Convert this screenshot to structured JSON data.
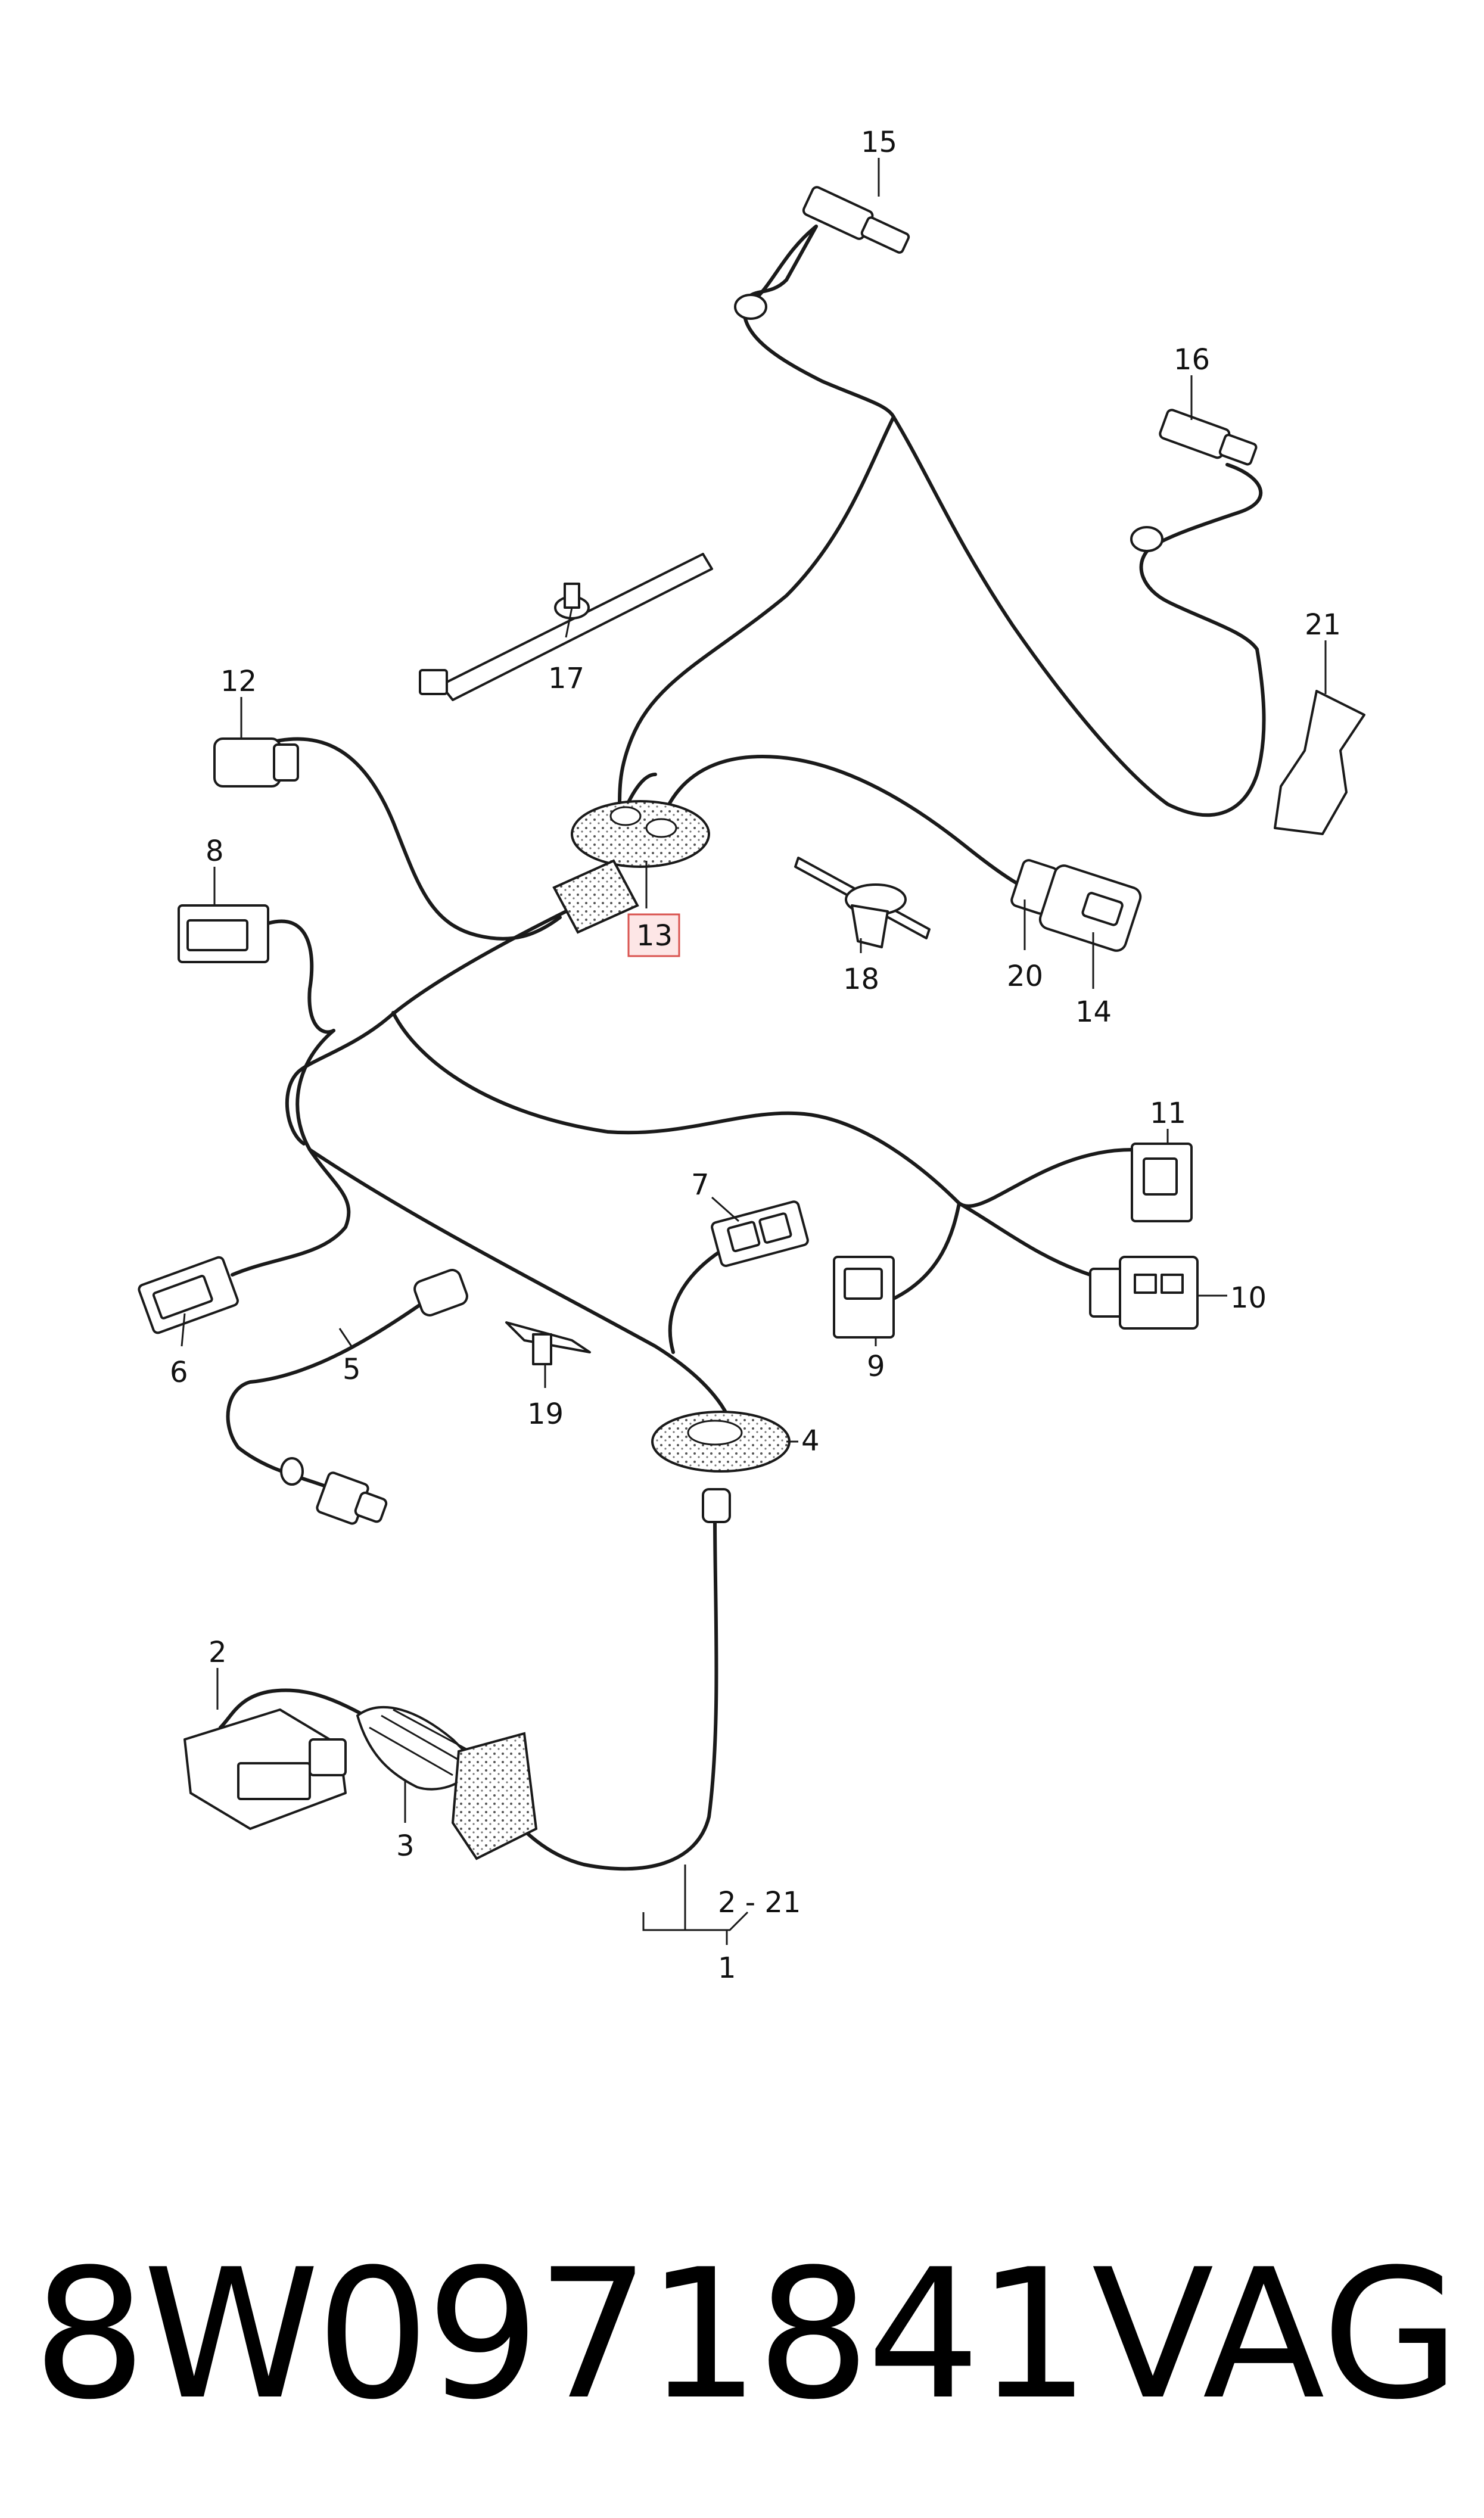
{
  "diagram": {
    "callouts": [
      "1",
      "2",
      "3",
      "4",
      "5",
      "6",
      "7",
      "8",
      "9",
      "10",
      "11",
      "12",
      "13",
      "14",
      "15",
      "16",
      "17",
      "18",
      "19",
      "20",
      "21"
    ],
    "range_label": "2 - 21",
    "highlighted": "13"
  },
  "footer": {
    "part_number": "8W0971841",
    "brand": "VAG"
  }
}
